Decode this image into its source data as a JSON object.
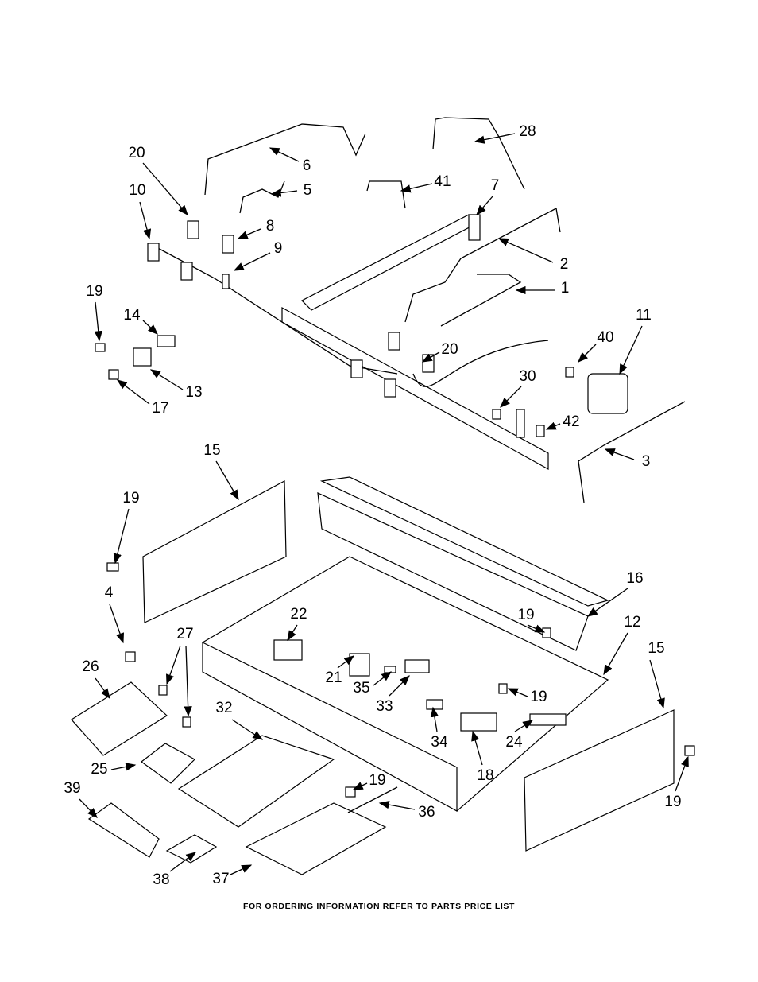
{
  "diagram": {
    "callouts": [
      "28",
      "6",
      "20",
      "5",
      "41",
      "7",
      "10",
      "8",
      "9",
      "2",
      "1",
      "19",
      "14",
      "11",
      "40",
      "20",
      "30",
      "13",
      "17",
      "42",
      "3",
      "15",
      "19",
      "16",
      "4",
      "22",
      "27",
      "19",
      "12",
      "15",
      "26",
      "21",
      "35",
      "19",
      "33",
      "32",
      "34",
      "24",
      "18",
      "25",
      "19",
      "36",
      "19",
      "39",
      "38",
      "37"
    ]
  },
  "footer": {
    "text": "FOR ORDERING INFORMATION REFER TO PARTS PRICE LIST"
  }
}
